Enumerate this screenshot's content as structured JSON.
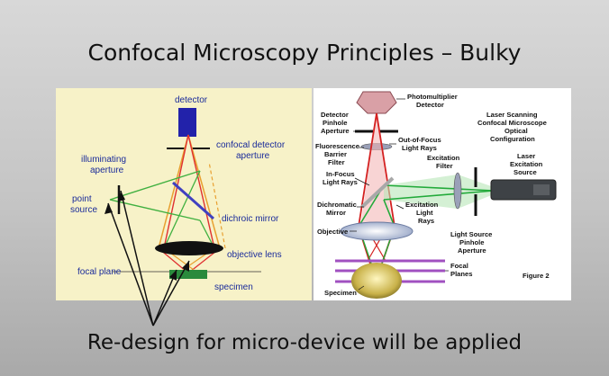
{
  "slide": {
    "title": "Confocal Microscopy Principles – Bulky",
    "caption": "Re-design for micro-device will be applied"
  },
  "left_diagram": {
    "labels": {
      "detector": "detector",
      "confocal_detector_1": "confocal detector",
      "confocal_detector_2": "aperture",
      "illuminating_1": "illuminating",
      "illuminating_2": "aperture",
      "point_source_1": "point",
      "point_source_2": "source",
      "dichroic_mirror": "dichroic mirror",
      "objective_lens": "objective lens",
      "focal_plane": "focal plane",
      "specimen": "specimen"
    },
    "colors": {
      "background": "#f7f2c8",
      "label": "#1a2b9a",
      "detector": "#2222aa",
      "specimen": "#2a8a3c"
    }
  },
  "right_diagram": {
    "labels": {
      "pmt_1": "Photomultiplier",
      "pmt_2": "Detector",
      "detector_pinhole_1": "Detector",
      "detector_pinhole_2": "Pinhole",
      "detector_pinhole_3": "Aperture",
      "title_1": "Laser Scanning",
      "title_2": "Confocal Microscope",
      "title_3": "Optical",
      "title_4": "Configuration",
      "fluor_1": "Fluorescence",
      "fluor_2": "Barrier",
      "fluor_3": "Filter",
      "oof_1": "Out-of-Focus",
      "oof_2": "Light Rays",
      "laser_1": "Laser",
      "laser_2": "Excitation",
      "laser_3": "Source",
      "exc_filter_1": "Excitation",
      "exc_filter_2": "Filter",
      "infocus_1": "In-Focus",
      "infocus_2": "Light Rays",
      "dichromatic_1": "Dichromatic",
      "dichromatic_2": "Mirror",
      "exc_rays_1": "Excitation",
      "exc_rays_2": "Light",
      "exc_rays_3": "Rays",
      "objective": "Objective",
      "ls_pinhole_1": "Light Source",
      "ls_pinhole_2": "Pinhole",
      "ls_pinhole_3": "Aperture",
      "focal_planes_1": "Focal",
      "focal_planes_2": "Planes",
      "figure": "Figure 2",
      "specimen": "Specimen"
    },
    "colors": {
      "background": "#ffffff",
      "red_ray": "#d42020",
      "green_ray": "#22aa3a",
      "planes": "#a050c0"
    }
  }
}
